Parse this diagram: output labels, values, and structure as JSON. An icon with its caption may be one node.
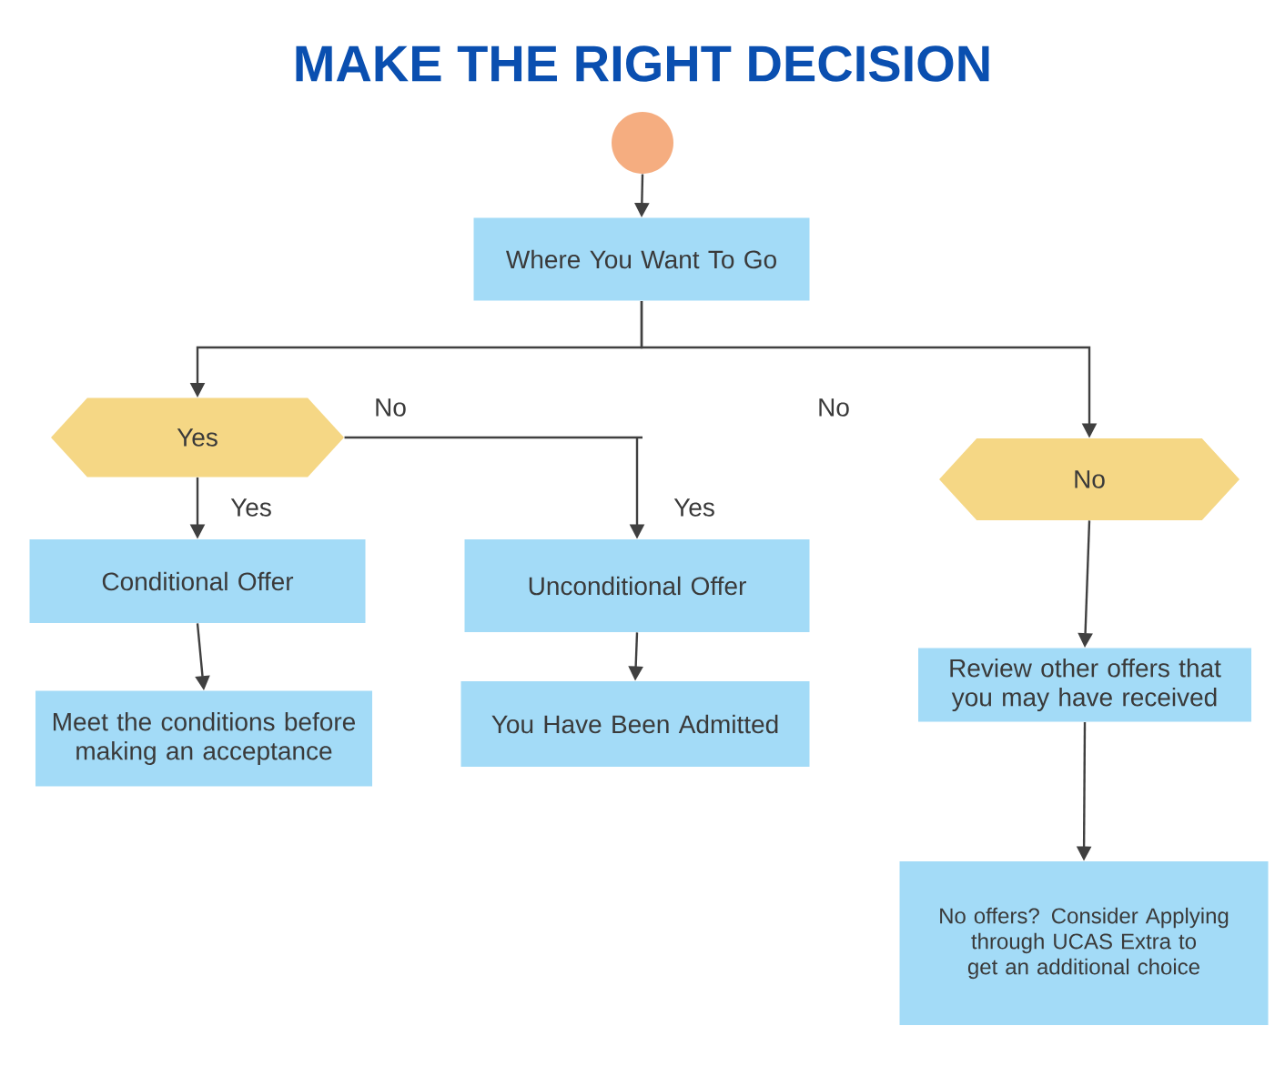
{
  "diagram": {
    "title": "MAKE THE RIGHT DECISION",
    "nodes": [
      {
        "text": [],
        "shape": "circle"
      },
      {
        "text": [
          "Where You Want To Go"
        ]
      },
      {
        "text": [
          "Yes"
        ]
      },
      {
        "text": [
          "Conditional Offer"
        ]
      },
      {
        "text": [
          "Meet the conditions before making an acceptance"
        ]
      },
      {
        "text": [
          "Unconditional Offer"
        ]
      },
      {
        "text": [
          "You Have Been Admitted"
        ]
      },
      {
        "text": [
          "No"
        ]
      },
      {
        "text": [
          "Review other offers that you may have received"
        ]
      },
      {
        "text": [
          "No offers? Consider Applying through UCAS Extra to get an additional choice"
        ]
      }
    ],
    "edges": [
      {
        "from": 0,
        "to": 1,
        "arrow": "to"
      },
      {
        "from": 1,
        "to": 2,
        "arrow": "to"
      },
      {
        "from": 1,
        "to": 7,
        "arrow": "to",
        "label": "No"
      },
      {
        "from": 2,
        "to": 3,
        "arrow": "to",
        "label": "Yes"
      },
      {
        "from": 2,
        "to": 5,
        "arrow": "to",
        "label": "Yes"
      },
      {
        "from": 3,
        "to": 4,
        "arrow": "to"
      },
      {
        "from": 5,
        "to": 6,
        "arrow": "to"
      },
      {
        "from": 7,
        "to": 8,
        "arrow": "to"
      },
      {
        "from": 8,
        "to": 9,
        "arrow": "to"
      }
    ],
    "labels": [
      "No"
    ]
  }
}
